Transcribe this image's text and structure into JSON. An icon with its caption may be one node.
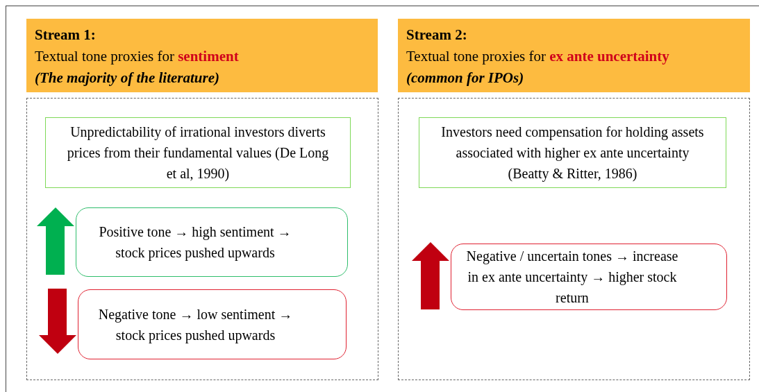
{
  "diagram": {
    "nodes": [
      {
        "text": [
          "Stream 1:",
          "Textual tone proxies for **sentiment**",
          "(The majority of the literature)"
        ]
      },
      {
        "text": [],
        "shape": "box"
      },
      {
        "text": [
          "Unpredictability of irrational investors diverts prices from their fundamental values (De Long et al, 1990)"
        ],
        "in": 1
      },
      {
        "text": [
          "Positive tone → high sentiment → stock prices pushed upwards"
        ],
        "in": 1
      },
      {
        "text": [
          "Negative tone → low sentiment → stock prices pushed upwards"
        ],
        "in": 1
      },
      {
        "text": [
          "Stream 2:",
          "Textual tone proxies for **ex ante uncertainty**",
          "(common for IPOs)"
        ]
      },
      {
        "text": [],
        "shape": "box"
      },
      {
        "text": [
          "Investors need compensation for holding assets associated with higher ex ante uncertainty (Beatty & Ritter, 1986)"
        ],
        "in": 6
      },
      {
        "text": [
          "Negative / uncertain tones → increase in ex ante uncertainty → higher stock return"
        ],
        "in": 6
      }
    ],
    "edges": []
  }
}
